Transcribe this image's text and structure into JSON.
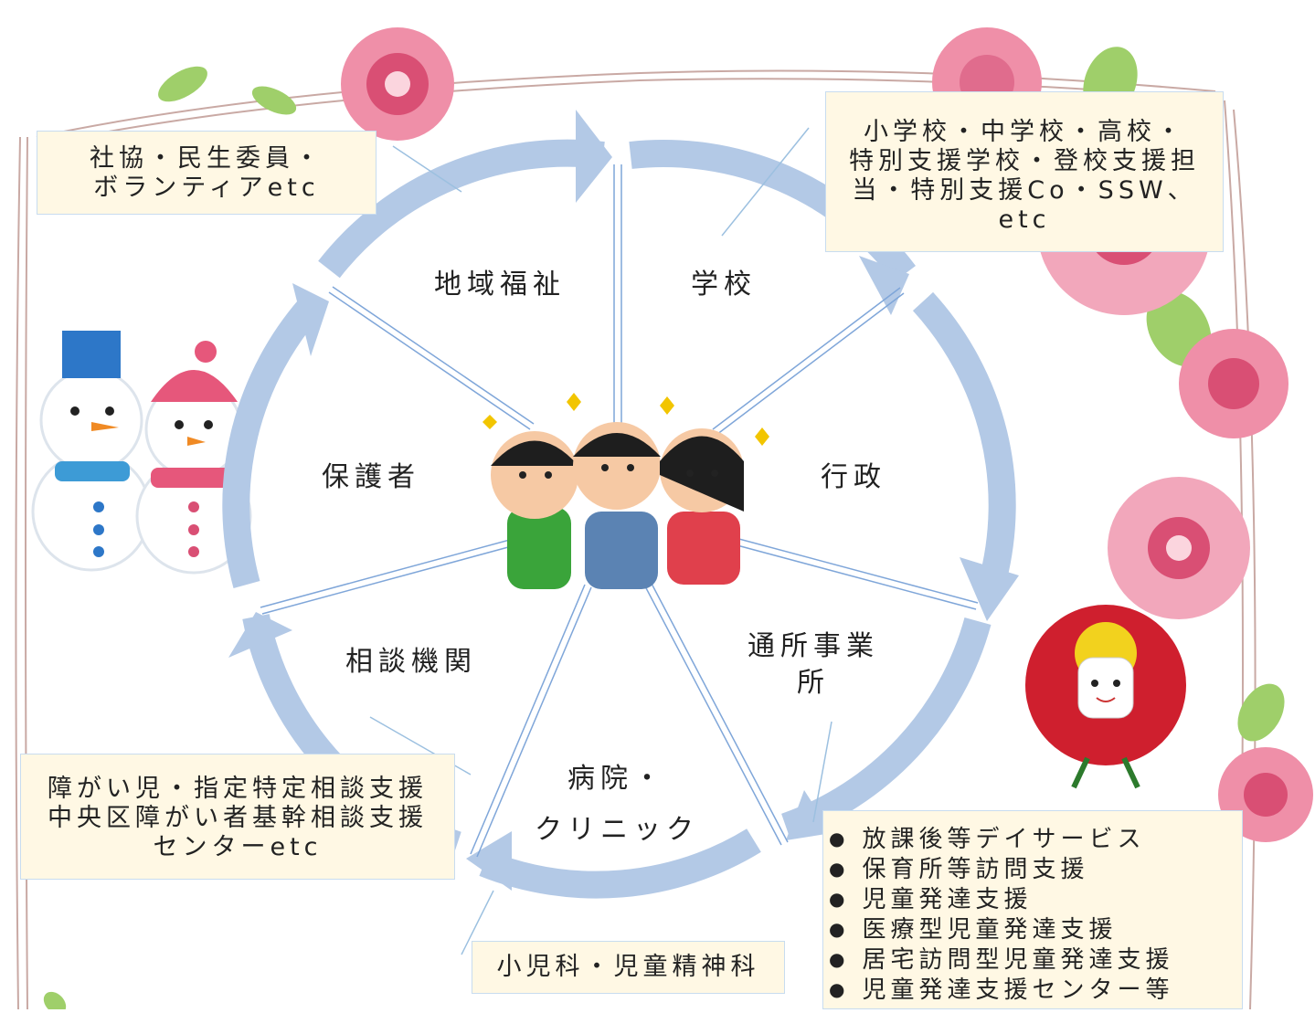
{
  "segments": {
    "community_welfare": "地域福祉",
    "school": "学校",
    "administration": "行政",
    "day_service": [
      "通所事業",
      "所"
    ],
    "hospital": [
      "病院・",
      "クリニック"
    ],
    "consultation": "相談機関",
    "guardian": "保護者"
  },
  "boxes": {
    "community": [
      "社協・民生委員・",
      "ボランティアetc"
    ],
    "school": [
      "小学校・中学校・高校・",
      "特別支援学校・登校支援担",
      "当・特別支援Co・SSW、",
      "etc"
    ],
    "consultation": [
      "障がい児・指定特定相談支援",
      "中央区障がい者基幹相談支援",
      "センターetc"
    ],
    "hospital": "小児科・児童精神科",
    "services": [
      "放課後等デイサービス",
      "保育所等訪問支援",
      "児童発達支援",
      "医療型児童発達支援",
      "居宅訪問型児童発達支援",
      "児童発達支援センター等"
    ]
  },
  "colors": {
    "cycle_arrow": "#b3c9e6",
    "box_fill": "#fff8e4",
    "box_border": "#c8dcef",
    "frame_vine": "#c9a9a4",
    "sakura": "#ef8fa8",
    "leaf": "#9fcf6a"
  }
}
